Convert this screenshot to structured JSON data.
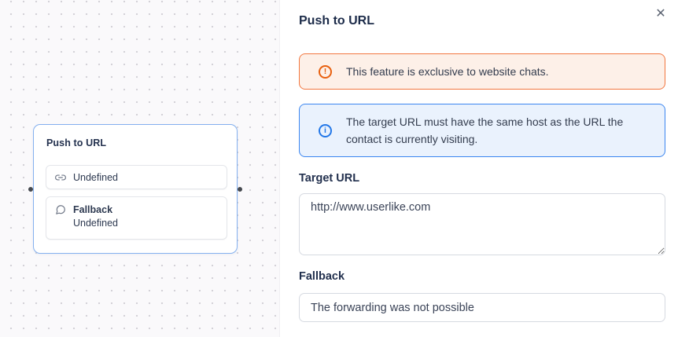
{
  "canvas": {
    "node": {
      "title": "Push to URL",
      "url_item": {
        "icon": "link-icon",
        "label": "Undefined"
      },
      "fallback_item": {
        "icon": "chat-bubble-icon",
        "title": "Fallback",
        "label": "Undefined"
      }
    }
  },
  "panel": {
    "title": "Push to URL",
    "close_glyph": "✕",
    "warning_alert": {
      "icon": "alert-circle-icon",
      "icon_glyph": "!",
      "text": "This feature is exclusive to website chats."
    },
    "info_alert": {
      "icon": "info-circle-icon",
      "icon_glyph": "i",
      "text": "The target URL must have the same host as the URL the contact is currently visiting."
    },
    "target_url_field": {
      "label": "Target URL",
      "value": "http://www.userlike.com"
    },
    "fallback_field": {
      "label": "Fallback",
      "value": "The forwarding was not possible"
    }
  },
  "colors": {
    "warning_border": "#f2763f",
    "warning_bg": "#fdf0e8",
    "warning_icon": "#e8600f",
    "info_border": "#3b86f0",
    "info_bg": "#eaf2fd",
    "info_icon": "#2478e8",
    "node_border": "#84b0ef",
    "handle_ring": "#45494f",
    "text_dark": "#1c2b49",
    "canvas_bg": "#faf9fb"
  }
}
